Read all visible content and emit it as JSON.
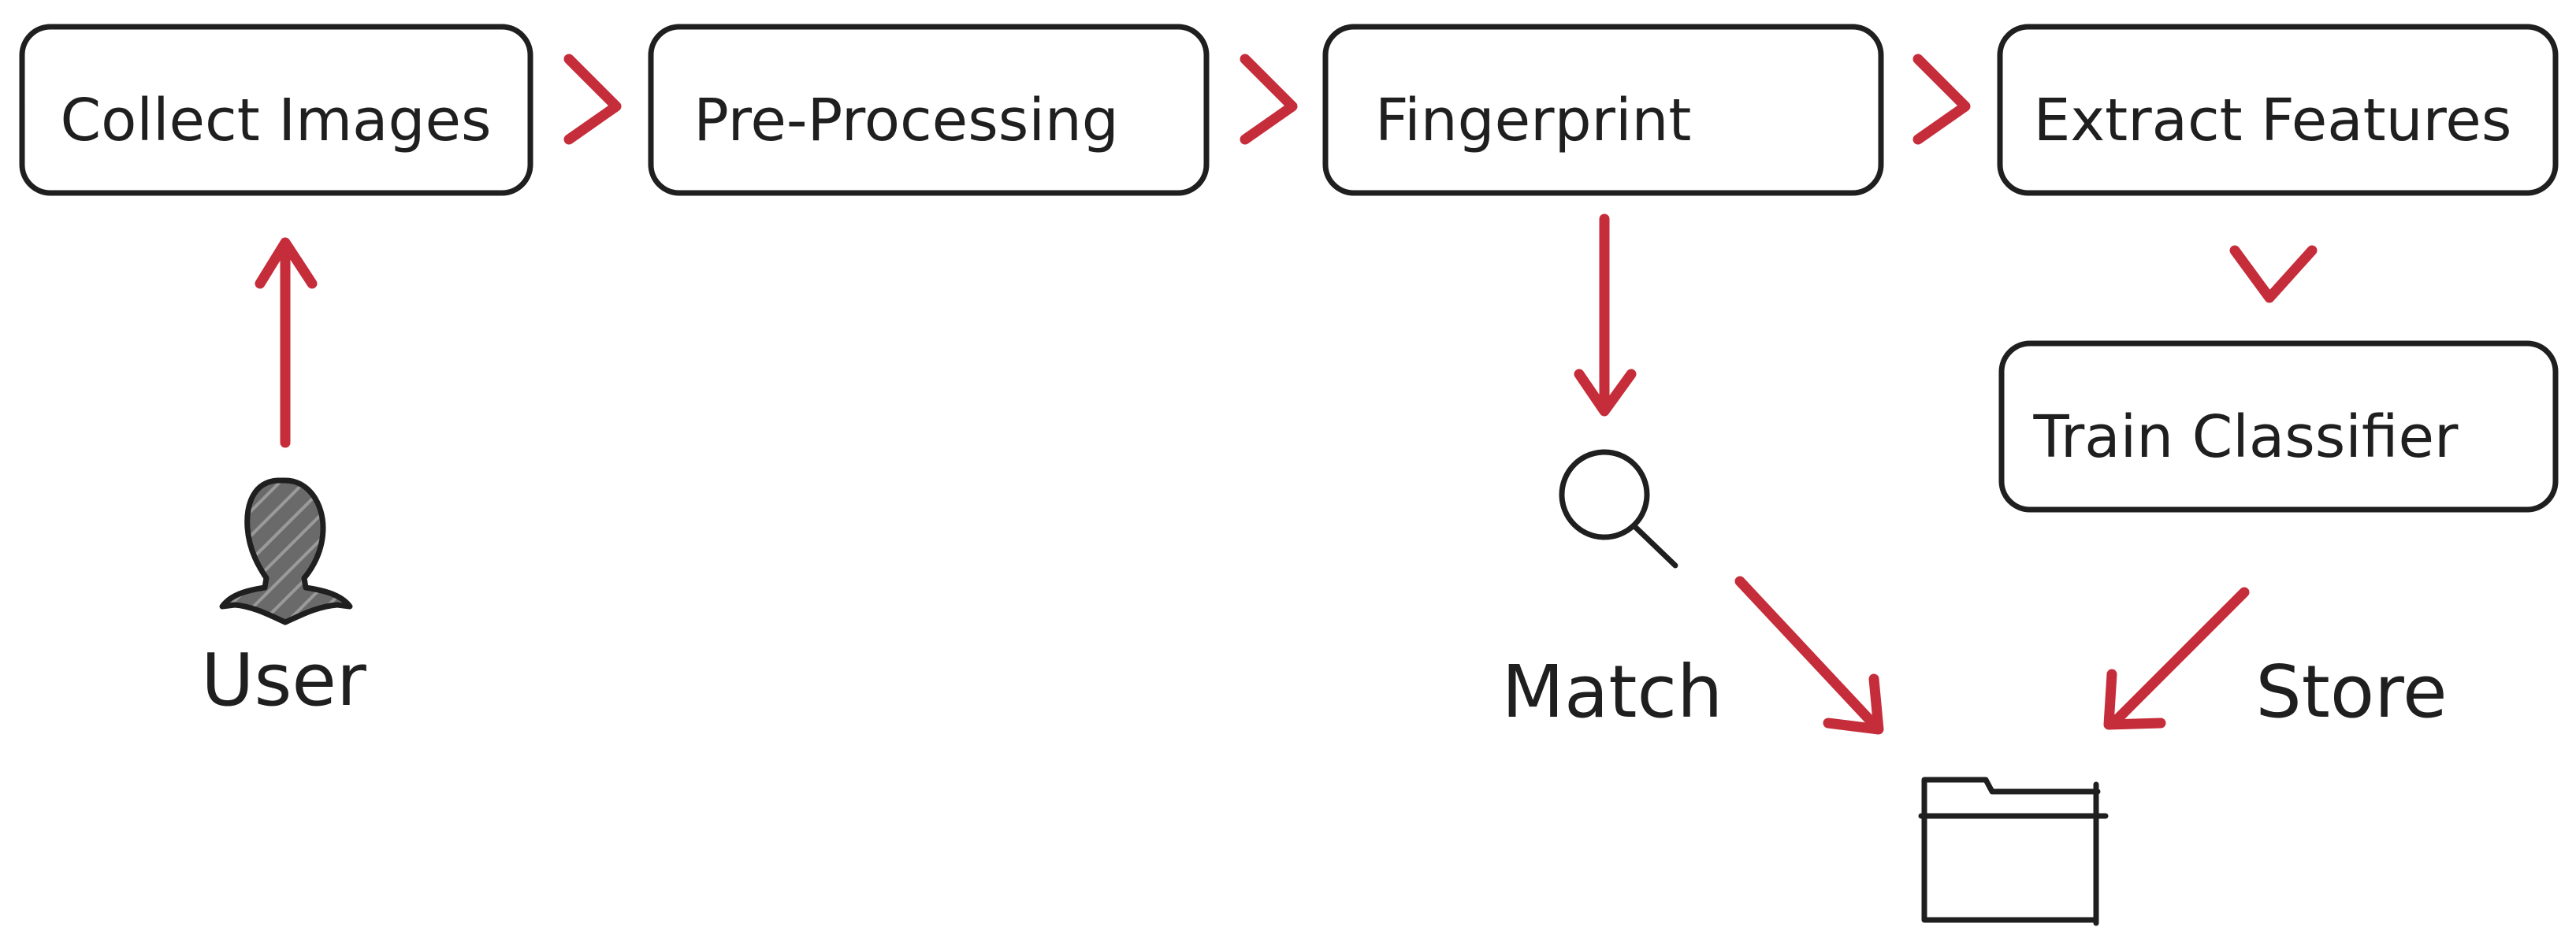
{
  "colors": {
    "arrow": "#c62d3a",
    "ink": "#1f1f1f",
    "background": "#ffffff"
  },
  "nodes": {
    "collect_images": "Collect Images",
    "pre_processing": "Pre-Processing",
    "fingerprint": "Fingerprint",
    "extract_features": "Extract Features",
    "train_classifier": "Train Classifier"
  },
  "labels": {
    "user": "User",
    "match": "Match",
    "store": "Store"
  },
  "icons": {
    "user": "user-silhouette-icon",
    "match": "magnifier-icon",
    "store": "folder-icon"
  }
}
